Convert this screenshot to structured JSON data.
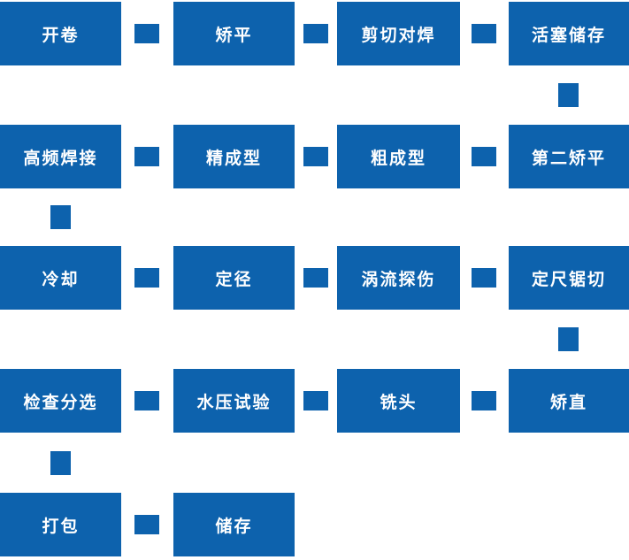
{
  "colors": {
    "primary_blue": "#0d62ad",
    "background": "#ffffff",
    "text_white": "#ffffff"
  },
  "diagram": {
    "rows": [
      {
        "steps": [
          "开卷",
          "矫平",
          "剪切对焊",
          "活塞储存"
        ]
      },
      {
        "steps": [
          "高频焊接",
          "精成型",
          "粗成型",
          "第二矫平"
        ]
      },
      {
        "steps": [
          "冷却",
          "定径",
          "涡流探伤",
          "定尺锯切"
        ]
      },
      {
        "steps": [
          "检查分选",
          "水压试验",
          "铣头",
          "矫直"
        ]
      },
      {
        "steps": [
          "打包",
          "储存"
        ]
      }
    ],
    "vertical_links": [
      {
        "below": "活塞储存",
        "above": "第二矫平"
      },
      {
        "below": "高频焊接",
        "above": "冷却"
      },
      {
        "below": "定尺锯切",
        "above": "矫直"
      },
      {
        "below": "检查分选",
        "above": "打包"
      }
    ]
  }
}
